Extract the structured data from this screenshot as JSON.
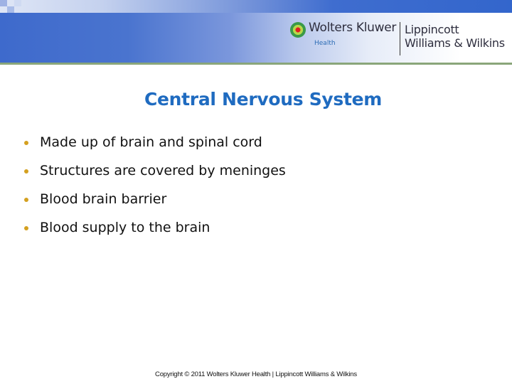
{
  "header": {
    "publisher_name": "Wolters Kluwer",
    "publisher_division": "Health",
    "imprint_line1": "Lippincott",
    "imprint_line2": "Williams & Wilkins",
    "colors": {
      "band_blue": "#3366cc",
      "divider_green": "#8aa67a"
    }
  },
  "slide": {
    "title": "Central Nervous System",
    "title_color": "#1f6bc0",
    "bullet_color": "#d4a020",
    "bullets": [
      "Made up of brain and spinal cord",
      "Structures are covered by meninges",
      "Blood brain barrier",
      "Blood supply to the brain"
    ]
  },
  "footer": {
    "copyright": "Copyright © 2011 Wolters Kluwer Health | Lippincott Williams & Wilkins"
  }
}
